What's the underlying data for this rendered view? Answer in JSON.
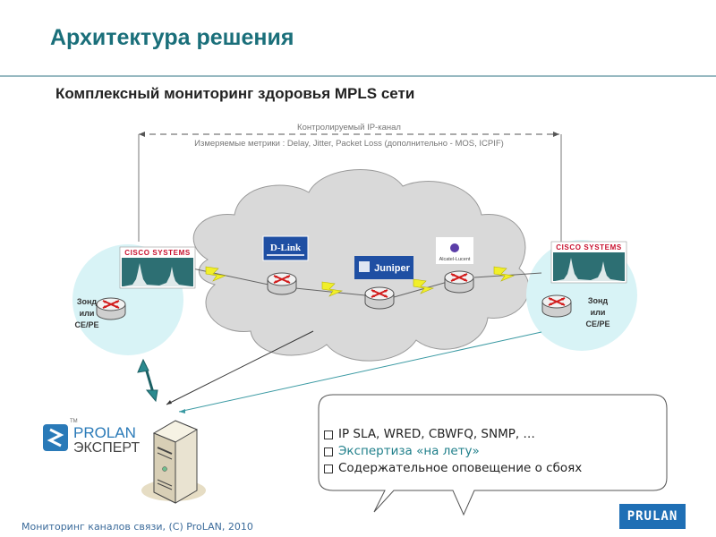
{
  "slide": {
    "title": "Архитектура решения",
    "subtitle": "Комплексный мониторинг здоровья MPLS сети"
  },
  "diagram": {
    "channel_label": "Контролируемый IP-канал",
    "metrics_label": "Измеряемые метрики : Delay, Jitter, Packet Loss (дополнительно - MOS, ICPIF)",
    "left_probe": {
      "vendor": "Cisco Systems",
      "label_lines": [
        "Зонд",
        "или",
        "CE/PE"
      ]
    },
    "right_probe": {
      "vendor": "Cisco Systems",
      "label_lines": [
        "Зонд",
        "или",
        "CE/PE"
      ]
    },
    "core_vendors": [
      "D-Link",
      "Juniper",
      "Alcatel-Lucent"
    ],
    "colors": {
      "accent": "#1a6f7a",
      "cloud": "#d9d9d9",
      "probe_zone": "#d8f3f6",
      "link_bolt": "#f1ef2a",
      "router_arrow": "#d21b1b"
    }
  },
  "callout": {
    "items": [
      {
        "text": "IP SLA, WRED, CBWFQ, SNMP, …",
        "accent": false
      },
      {
        "text": "Экспертиза «на лету»",
        "accent": true
      },
      {
        "text": "Содержательное оповещение о сбоях",
        "accent": false
      }
    ]
  },
  "brand": {
    "line1": "PROLAN",
    "line2": "ЭКСПЕРТ",
    "tm": "TM"
  },
  "footer": {
    "text": "Мониторинг каналов связи, (С) ProLAN, 2010",
    "logo": "PRULAN"
  }
}
